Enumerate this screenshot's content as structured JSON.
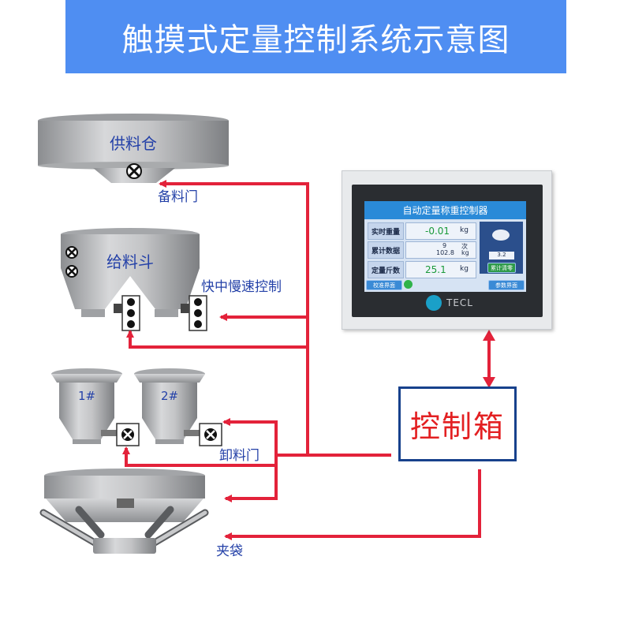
{
  "title": "触摸式定量控制系统示意图",
  "equipment": {
    "supply_bin": "供料仓",
    "supply_gate": "备料门",
    "feed_hopper": "给料斗",
    "speed_control": "快中慢速控制",
    "scale_1": "1#",
    "scale_2": "2#",
    "discharge_gate": "卸料门",
    "bag_clamp": "夹袋",
    "control_box": "控制箱"
  },
  "hmi": {
    "title": "自动定量称重控制器",
    "rows": [
      {
        "label": "实时重量",
        "value": "-0.01",
        "unit": "kg"
      },
      {
        "label": "累计数据",
        "value_a": "9",
        "unit_a": "次",
        "value_b": "102.8",
        "unit_b": "kg"
      },
      {
        "label": "定量斤数",
        "value": "25.1",
        "unit": "kg"
      }
    ],
    "right_value": "3.2",
    "buttons": {
      "left": "校准界面",
      "right": "参数界面",
      "small": "累计清零"
    },
    "brand": "TECL"
  },
  "colors": {
    "banner": "#4f8ef2",
    "wire": "#e3223a",
    "control_border": "#17418c",
    "control_text": "#e32022"
  }
}
